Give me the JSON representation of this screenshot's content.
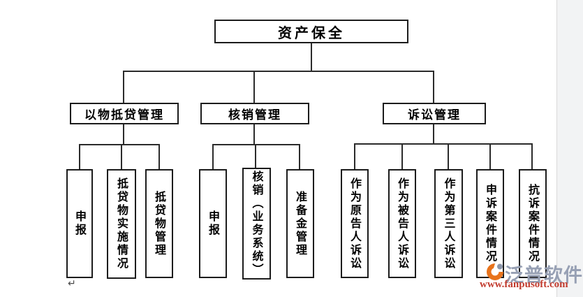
{
  "diagram": {
    "root": {
      "label": "资产保全"
    },
    "branches": [
      {
        "label": "以物抵贷管理",
        "children": [
          "申报",
          "抵贷物实施情况",
          "抵贷物管理"
        ]
      },
      {
        "label": "核销管理",
        "children": [
          "申报",
          "核销（业务系统）",
          "准备金管理"
        ]
      },
      {
        "label": "诉讼管理",
        "children": [
          "作为原告人诉讼",
          "作为被告人诉讼",
          "作为第三人诉讼",
          "申诉案件情况",
          "抗诉案件情况"
        ]
      }
    ],
    "line_color": "#2b2b2b",
    "box_border_color": "#1c1c1c"
  },
  "editor": {
    "paragraph_mark": "↵"
  },
  "watermark": {
    "brand": "泛普软件",
    "url": "www.fanpusoft.com",
    "brand_color": "#97a0b4",
    "url_color": "#c23b2e",
    "logo_color": "#e8731c",
    "logo_accent_color": "#8d97ab"
  },
  "page": {
    "edge_strip_color": "#f2f3f4"
  }
}
